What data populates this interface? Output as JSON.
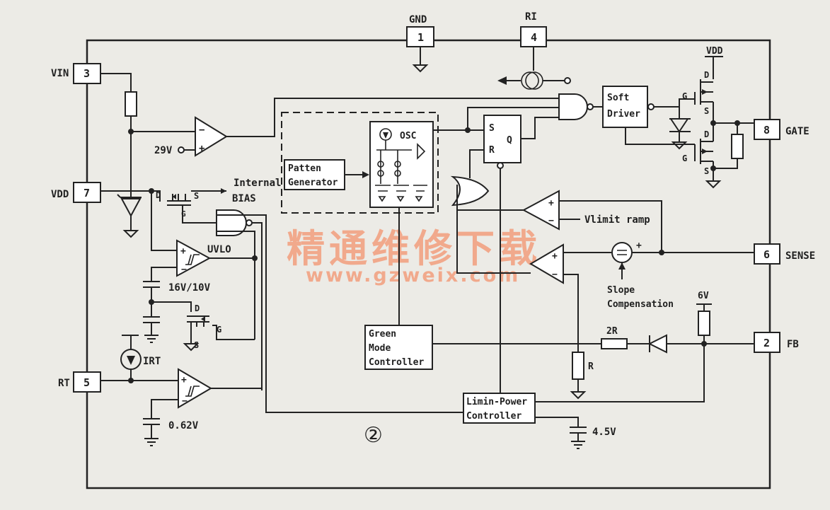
{
  "pins": {
    "gnd": {
      "name": "GND",
      "num": "1"
    },
    "ri": {
      "name": "RI",
      "num": "4"
    },
    "vin": {
      "name": "VIN",
      "num": "3"
    },
    "vdd": {
      "name": "VDD",
      "num": "7"
    },
    "rt": {
      "name": "RT",
      "num": "5"
    },
    "gate": {
      "name": "GATE",
      "num": "8"
    },
    "sense": {
      "name": "SENSE",
      "num": "6"
    },
    "fb": {
      "name": "FB",
      "num": "2"
    }
  },
  "labels": {
    "v29": "29V",
    "internal": "Internal",
    "bias": "BIAS",
    "uvlo": "UVLO",
    "v16_10": "16V/10V",
    "irt": "IRT",
    "v062": "0.62V",
    "vdd_top": "VDD",
    "vlimit": "Vlimit ramp",
    "slope1": "Slope",
    "slope2": "Compensation",
    "r": "R",
    "r2": "2R",
    "v6": "6V",
    "v45": "4.5V",
    "osc": "OSC",
    "s": "S",
    "r_ff": "R",
    "q": "Q",
    "d": "D",
    "g": "G",
    "plus": "+",
    "minus": "−",
    "circled2": "②"
  },
  "blocks": {
    "patten1": "Patten",
    "patten2": "Generator",
    "soft1": "Soft",
    "soft2": "Driver",
    "green1": "Green",
    "green2": "Mode",
    "green3": "Controller",
    "limin1": "Limin-Power",
    "limin2": "Controller"
  },
  "watermark": {
    "cn": "精通维修下载",
    "url": "www.gzweix.com"
  }
}
